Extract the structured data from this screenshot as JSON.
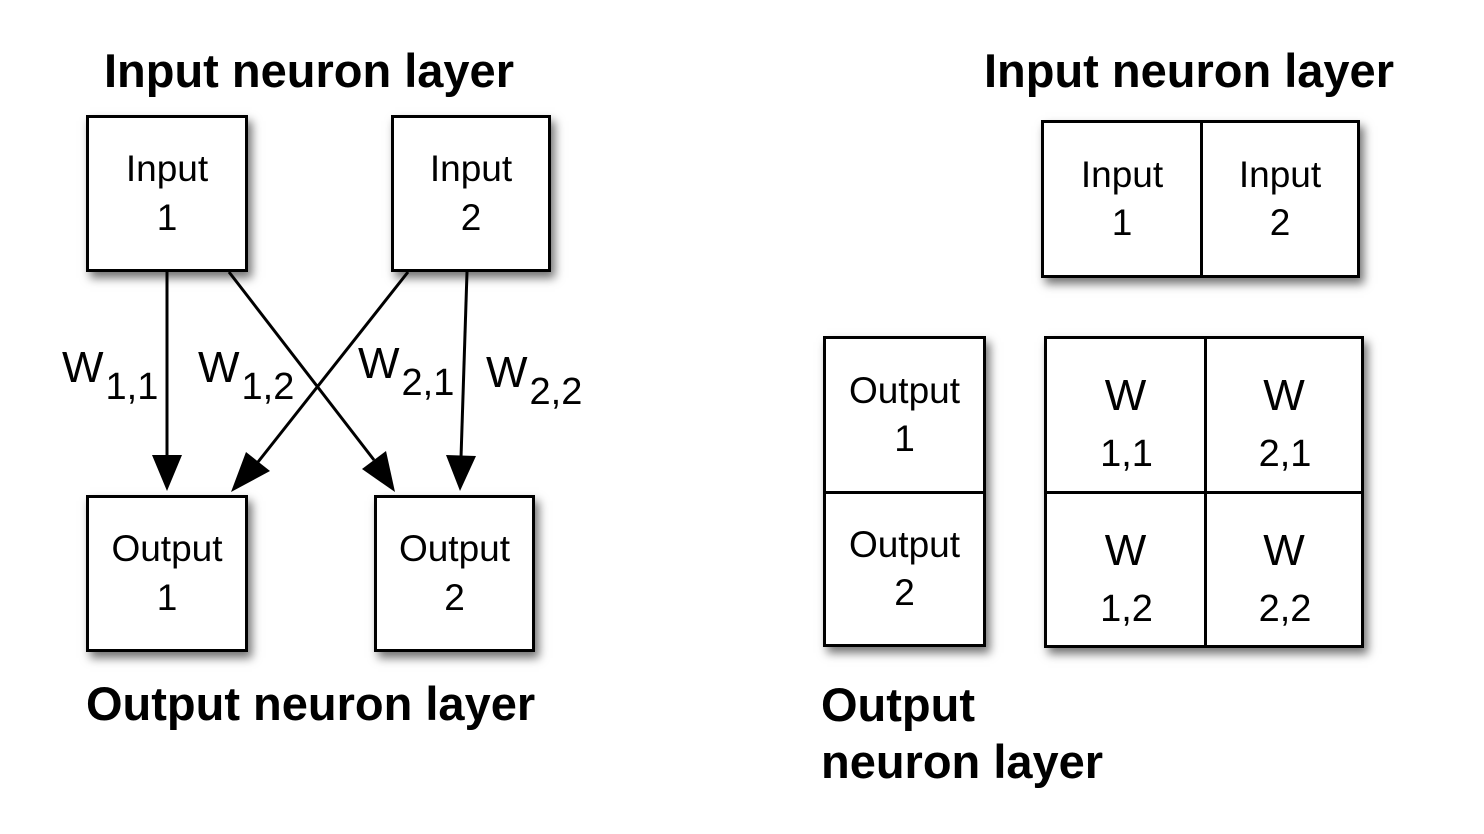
{
  "left": {
    "input_layer_title": "Input neuron layer",
    "output_layer_title": "Output neuron layer",
    "inputs": [
      {
        "line1": "Input",
        "line2": "1"
      },
      {
        "line1": "Input",
        "line2": "2"
      }
    ],
    "outputs": [
      {
        "line1": "Output",
        "line2": "1"
      },
      {
        "line1": "Output",
        "line2": "2"
      }
    ],
    "weights": [
      {
        "base": "W",
        "sub": "1,1"
      },
      {
        "base": "W",
        "sub": "1,2"
      },
      {
        "base": "W",
        "sub": "2,1"
      },
      {
        "base": "W",
        "sub": "2,2"
      }
    ]
  },
  "right": {
    "input_layer_title": "Input neuron layer",
    "output_layer_title_line1": "Output",
    "output_layer_title_line2": "neuron layer",
    "inputs": [
      {
        "line1": "Input",
        "line2": "1"
      },
      {
        "line1": "Input",
        "line2": "2"
      }
    ],
    "outputs": [
      {
        "line1": "Output",
        "line2": "1"
      },
      {
        "line1": "Output",
        "line2": "2"
      }
    ],
    "matrix": [
      [
        {
          "base": "W",
          "sub": "1,1"
        },
        {
          "base": "W",
          "sub": "2,1"
        }
      ],
      [
        {
          "base": "W",
          "sub": "1,2"
        },
        {
          "base": "W",
          "sub": "2,2"
        }
      ]
    ]
  }
}
